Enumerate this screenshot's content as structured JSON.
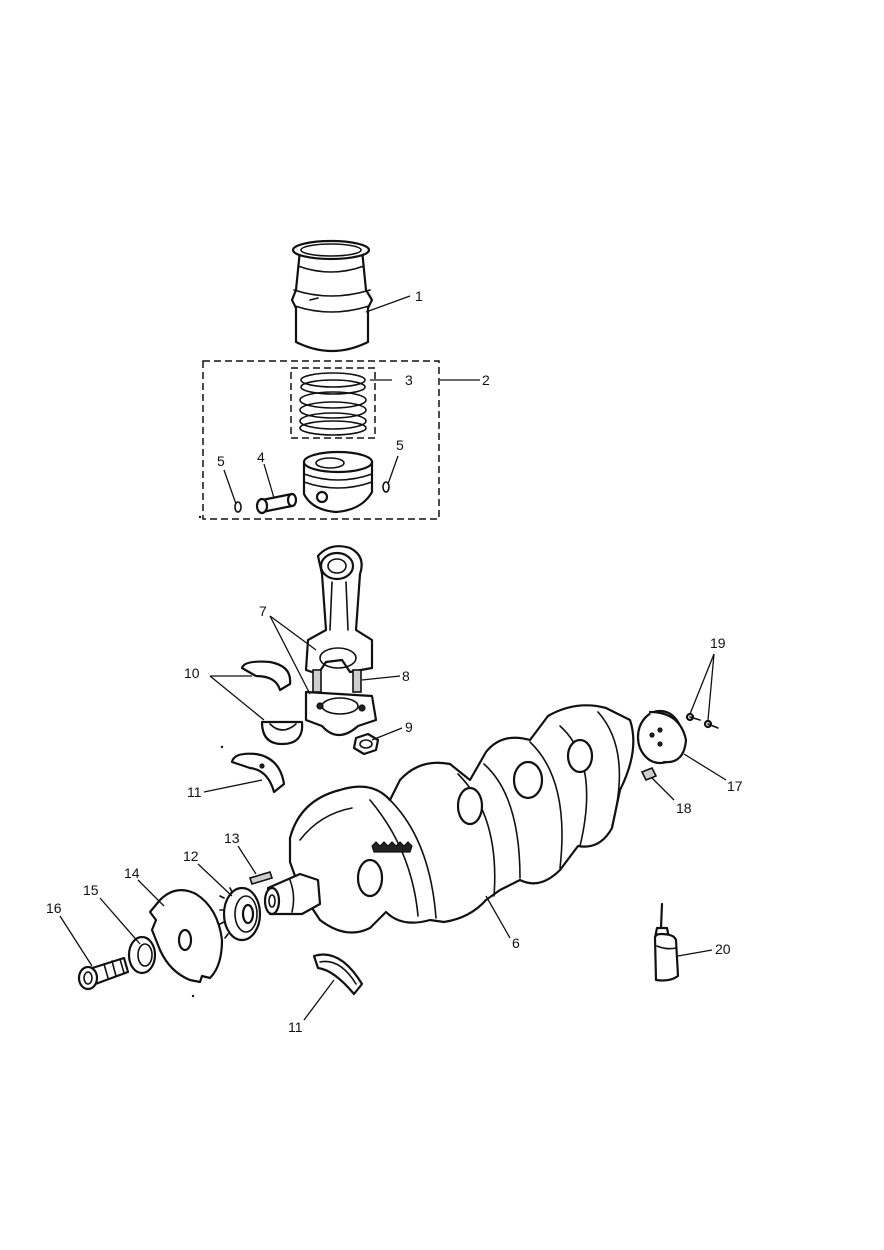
{
  "callouts": {
    "c1": "1",
    "c2": "2",
    "c3": "3",
    "c4": "4",
    "c5a": "5",
    "c5b": "5",
    "c6": "6",
    "c7": "7",
    "c8": "8",
    "c9": "9",
    "c10": "10",
    "c11a": "11",
    "c11b": "11",
    "c12": "12",
    "c13": "13",
    "c14": "14",
    "c15": "15",
    "c16": "16",
    "c17": "17",
    "c18": "18",
    "c19": "19",
    "c20": "20"
  },
  "colors": {
    "line": "#111111",
    "background": "#ffffff"
  },
  "icons": {
    "liner": "cylinder-liner-icon",
    "piston": "piston-icon",
    "conrod": "connecting-rod-icon",
    "crankshaft": "crankshaft-icon",
    "bottle": "adhesive-bottle-icon"
  }
}
